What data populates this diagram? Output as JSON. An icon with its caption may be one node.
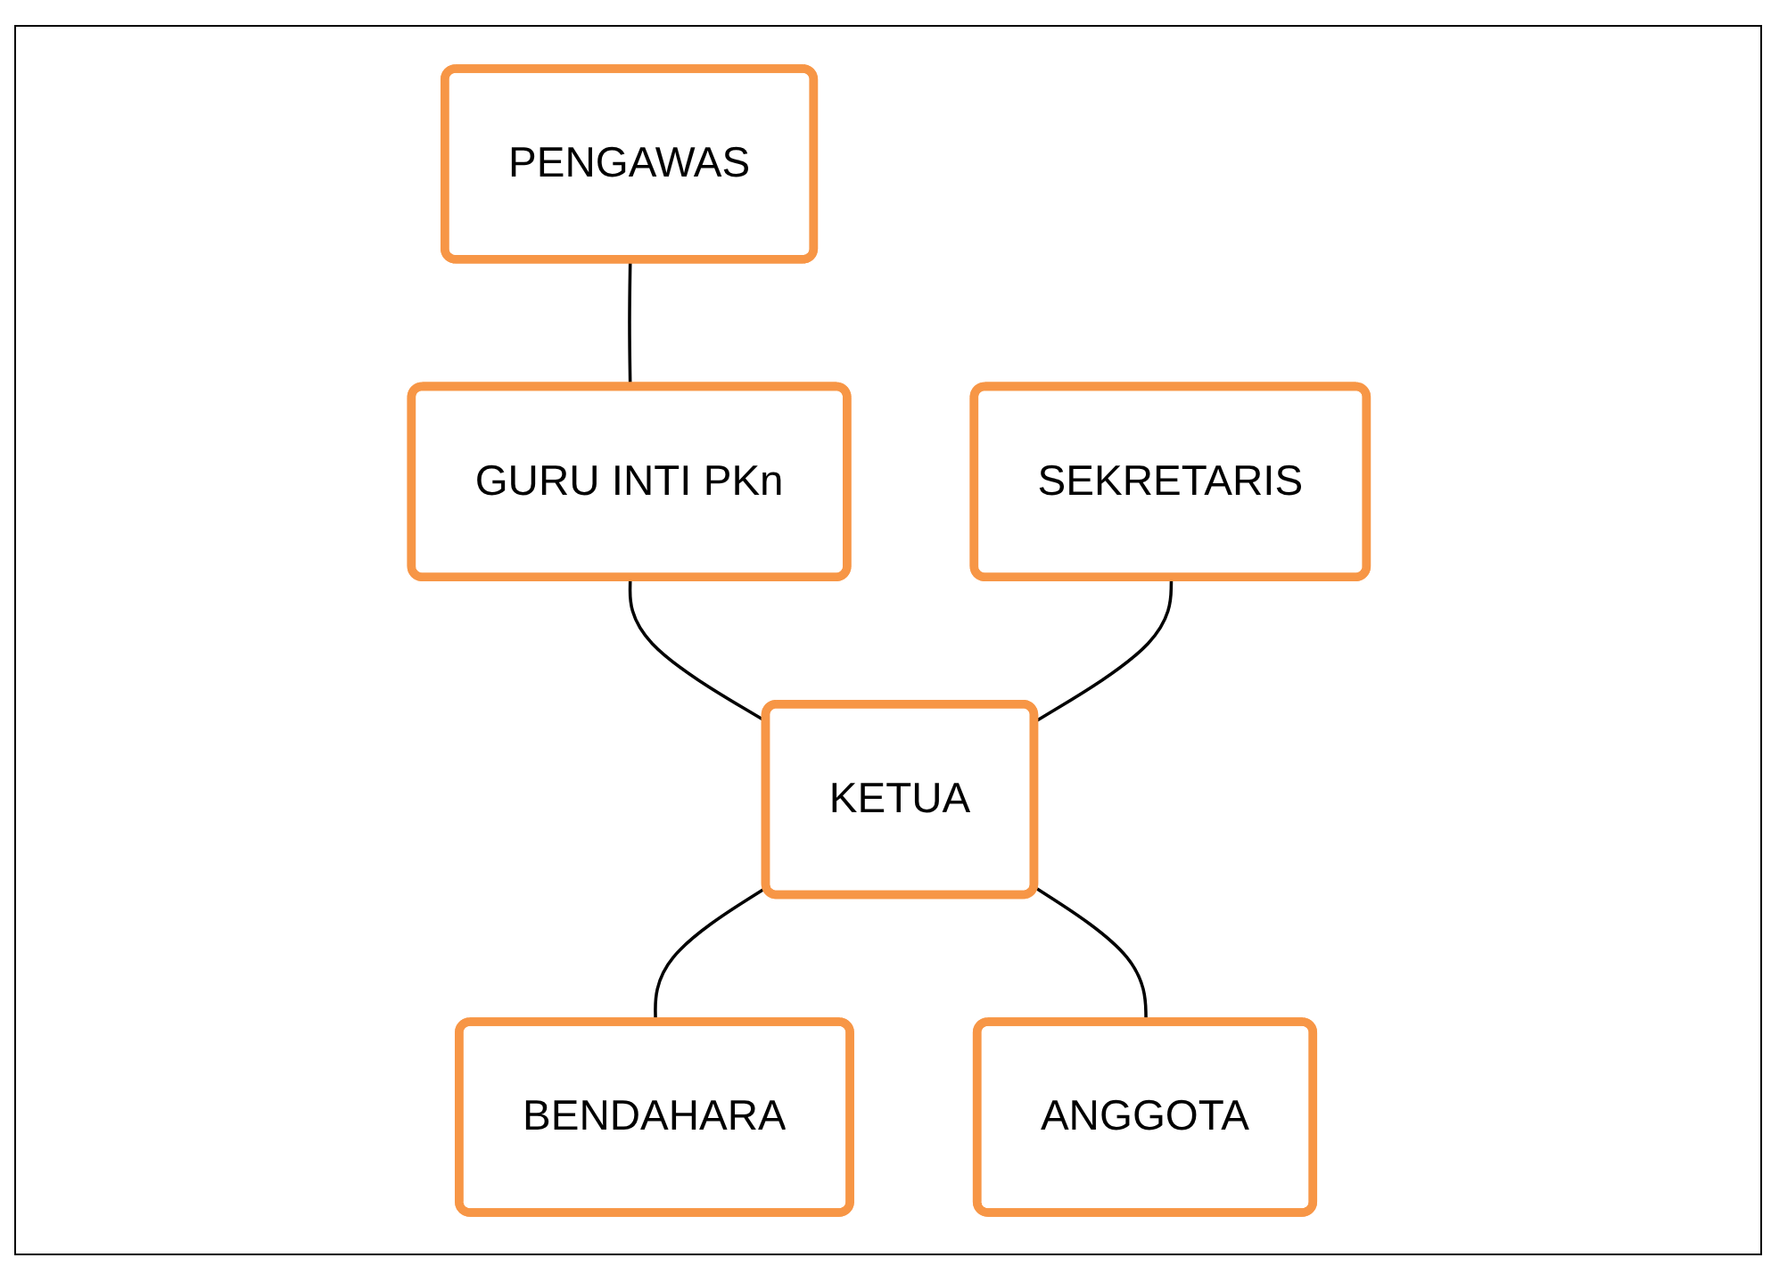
{
  "diagram": {
    "nodes": [
      {
        "text": [
          "PENGAWAS"
        ]
      },
      {
        "text": [
          "GURU INTI PKn"
        ]
      },
      {
        "text": [
          "SEKRETARIS"
        ]
      },
      {
        "text": [
          "KETUA"
        ]
      },
      {
        "text": [
          "BENDAHARA"
        ]
      },
      {
        "text": [
          "ANGGOTA"
        ]
      }
    ],
    "edges": [
      {
        "from": 0,
        "to": 1,
        "arrow": "none"
      },
      {
        "from": 1,
        "to": 3,
        "arrow": "none"
      },
      {
        "from": 2,
        "to": 3,
        "arrow": "none"
      },
      {
        "from": 3,
        "to": 4,
        "arrow": "none"
      },
      {
        "from": 3,
        "to": 5,
        "arrow": "none"
      }
    ]
  }
}
